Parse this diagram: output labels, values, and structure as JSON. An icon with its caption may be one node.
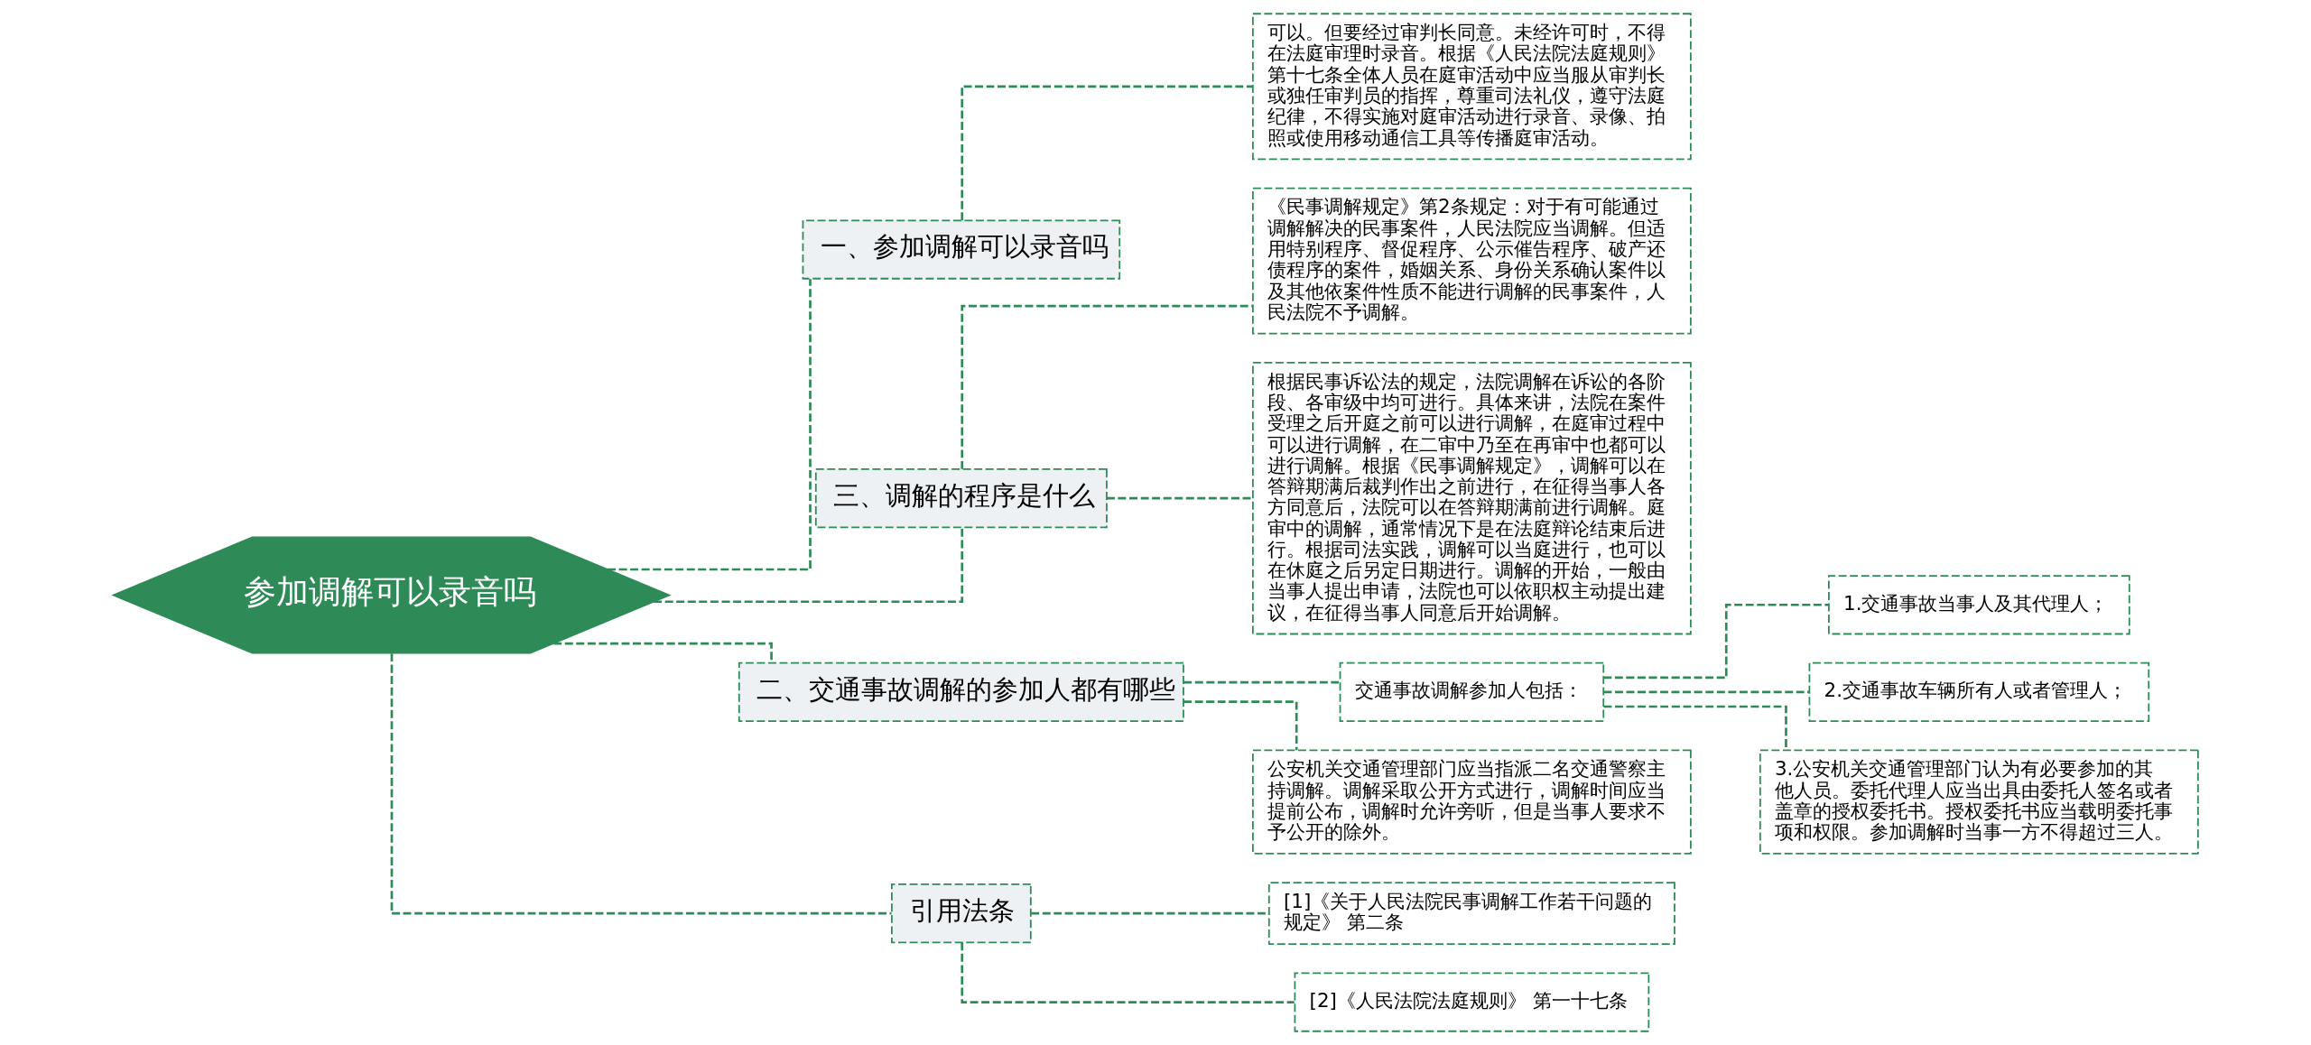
{
  "diagram": {
    "nodes": [
      {
        "text": [
          "参加调解可以录音吗"
        ]
      },
      {
        "text": [
          "一、参加调解可以录音吗"
        ]
      },
      {
        "text": [
          "可以。但要经过审判长同意。未经许可时，不得在法庭审理时录音。根据《人民法院法庭规则》第十七条全体人员在庭审活动中应当服从审判长或独任审判员的指挥，尊重司法礼仪，遵守法庭纪律，不得实施对庭审活动进行录音、录像、拍照或使用移动通信工具等传播庭审活动。"
        ]
      },
      {
        "text": [
          "三、调解的程序是什么"
        ]
      },
      {
        "text": [
          "《民事调解规定》第2条规定：对于有可能通过调解解决的民事案件，人民法院应当调解。但适用特别程序、督促程序、公示催告程序、破产还债程序的案件，婚姻关系、身份关系确认案件以及其他依案件性质不能进行调解的民事案件，人民法院不予调解。"
        ]
      },
      {
        "text": [
          "根据民事诉讼法的规定，法院调解在诉讼的各阶段、各审级中均可进行。具体来讲，法院在案件受理之后开庭之前可以进行调解，在庭审过程中可以进行调解，在二审中乃至在再审中也都可以进行调解。根据《民事调解规定》，调解可以在答辩期满后裁判作出之前进行，在征得当事人各方同意后，法院可以在答辩期满前进行调解。庭审中的调解，通常情况下是在法庭辩论结束后进行。根据司法实践，调解可以当庭进行，也可以在休庭之后另定日期进行。调解的开始，一般由当事人提出申请，法院也可以依职权主动提出建议，在征得当事人同意后开始调解。"
        ]
      },
      {
        "text": [
          "二、交通事故调解的参加人都有哪些"
        ]
      },
      {
        "text": [
          "交通事故调解参加人包括："
        ]
      },
      {
        "text": [
          "1.交通事故当事人及其代理人；"
        ]
      },
      {
        "text": [
          "2.交通事故车辆所有人或者管理人；"
        ]
      },
      {
        "text": [
          "3.公安机关交通管理部门认为有必要参加的其他人员。委托代理人应当出具由委托人签名或者盖章的授权委托书。授权委托书应当载明委托事项和权限。参加调解时当事一方不得超过三人。"
        ]
      },
      {
        "text": [
          "公安机关交通管理部门应当指派二名交通警察主持调解。调解采取公开方式进行，调解时间应当提前公布，调解时允许旁听，但是当事人要求不予公开的除外。"
        ]
      },
      {
        "text": [
          "引用法条"
        ]
      },
      {
        "text": [
          "[1]《关于人民法院民事调解工作若干问题的规定》 第二条"
        ]
      },
      {
        "text": [
          "[2]《人民法院法庭规则》 第一十七条"
        ]
      }
    ],
    "edges": [
      {
        "from": 0,
        "to": 1,
        "arrow": "none",
        "style": "dashed"
      },
      {
        "from": 1,
        "to": 2,
        "arrow": "none",
        "style": "dashed"
      },
      {
        "from": 0,
        "to": 3,
        "arrow": "none",
        "style": "dashed"
      },
      {
        "from": 3,
        "to": 4,
        "arrow": "none",
        "style": "dashed"
      },
      {
        "from": 3,
        "to": 5,
        "arrow": "none",
        "style": "dashed"
      },
      {
        "from": 0,
        "to": 6,
        "arrow": "none",
        "style": "dashed"
      },
      {
        "from": 6,
        "to": 7,
        "arrow": "none",
        "style": "dashed"
      },
      {
        "from": 7,
        "to": 8,
        "arrow": "none",
        "style": "dashed"
      },
      {
        "from": 7,
        "to": 9,
        "arrow": "none",
        "style": "dashed"
      },
      {
        "from": 7,
        "to": 10,
        "arrow": "none",
        "style": "dashed"
      },
      {
        "from": 6,
        "to": 11,
        "arrow": "none",
        "style": "dashed"
      },
      {
        "from": 0,
        "to": 12,
        "arrow": "none",
        "style": "dashed"
      },
      {
        "from": 12,
        "to": 13,
        "arrow": "none",
        "style": "dashed"
      },
      {
        "from": 12,
        "to": 14,
        "arrow": "none",
        "style": "dashed"
      }
    ]
  }
}
